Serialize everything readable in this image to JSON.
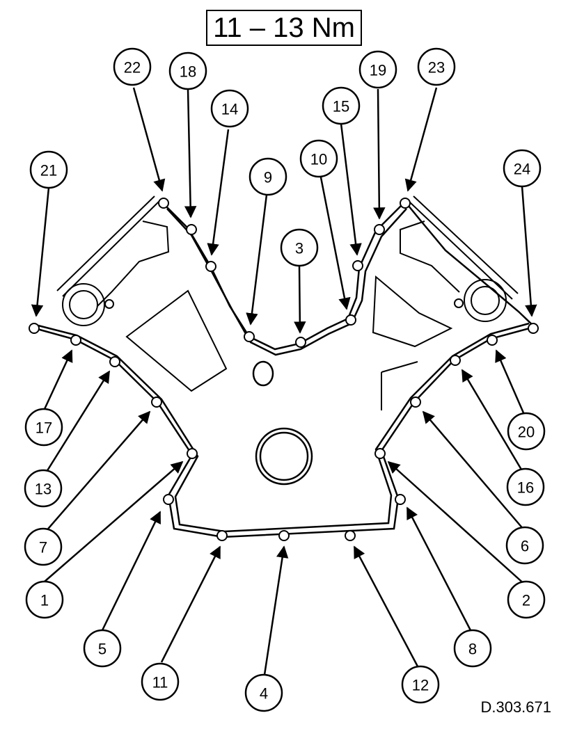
{
  "torque_spec": "11 – 13 Nm",
  "reference_code": "D.303.671",
  "callouts": [
    "1",
    "2",
    "3",
    "4",
    "5",
    "6",
    "7",
    "8",
    "9",
    "10",
    "11",
    "12",
    "13",
    "14",
    "15",
    "16",
    "17",
    "18",
    "19",
    "20",
    "21",
    "22",
    "23",
    "24"
  ]
}
